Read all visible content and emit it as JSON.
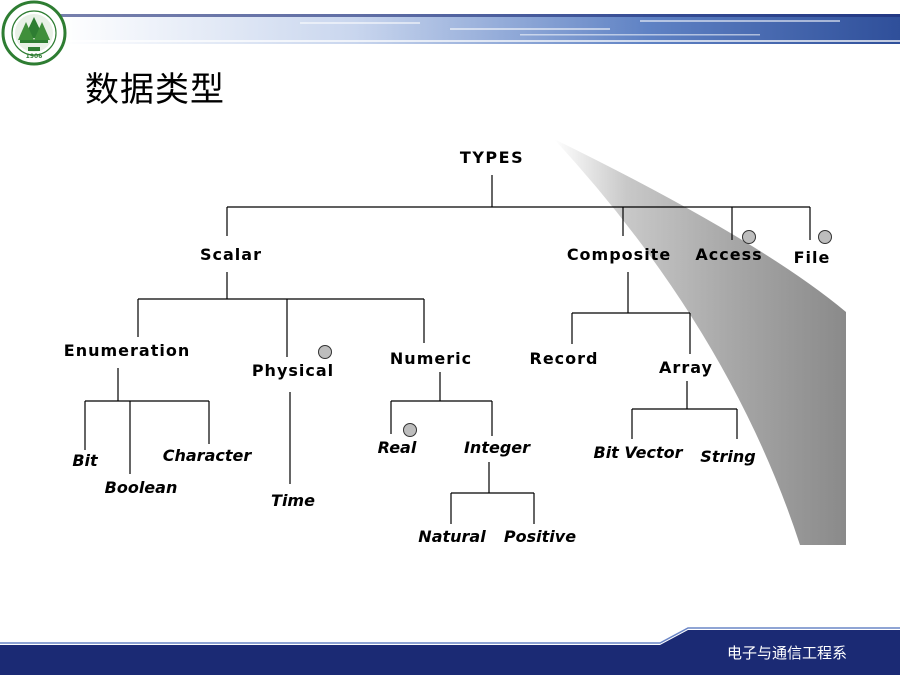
{
  "slide": {
    "title": "数据类型",
    "footer": "电子与通信工程系"
  },
  "logo": {
    "founding_year": "1906",
    "ring_text": "SHANDONG AGRICULTURAL UNIVERSITY"
  },
  "colors": {
    "navy": "#1b2a74",
    "band_blue": "#3a5fa8",
    "logo_green": "#2e7d32",
    "marker_gray": "#bdbdbd",
    "shadow_gray": "#9e9e9e"
  },
  "tree": {
    "types": "TYPES",
    "scalar": "Scalar",
    "composite": "Composite",
    "access": "Access",
    "file": "File",
    "enumeration": "Enumeration",
    "physical": "Physical",
    "numeric": "Numeric",
    "record": "Record",
    "array": "Array",
    "bit": "Bit",
    "boolean": "Boolean",
    "character": "Character",
    "time": "Time",
    "real": "Real",
    "integer": "Integer",
    "natural": "Natural",
    "positive": "Positive",
    "bit_vector": "Bit Vector",
    "string": "String"
  }
}
